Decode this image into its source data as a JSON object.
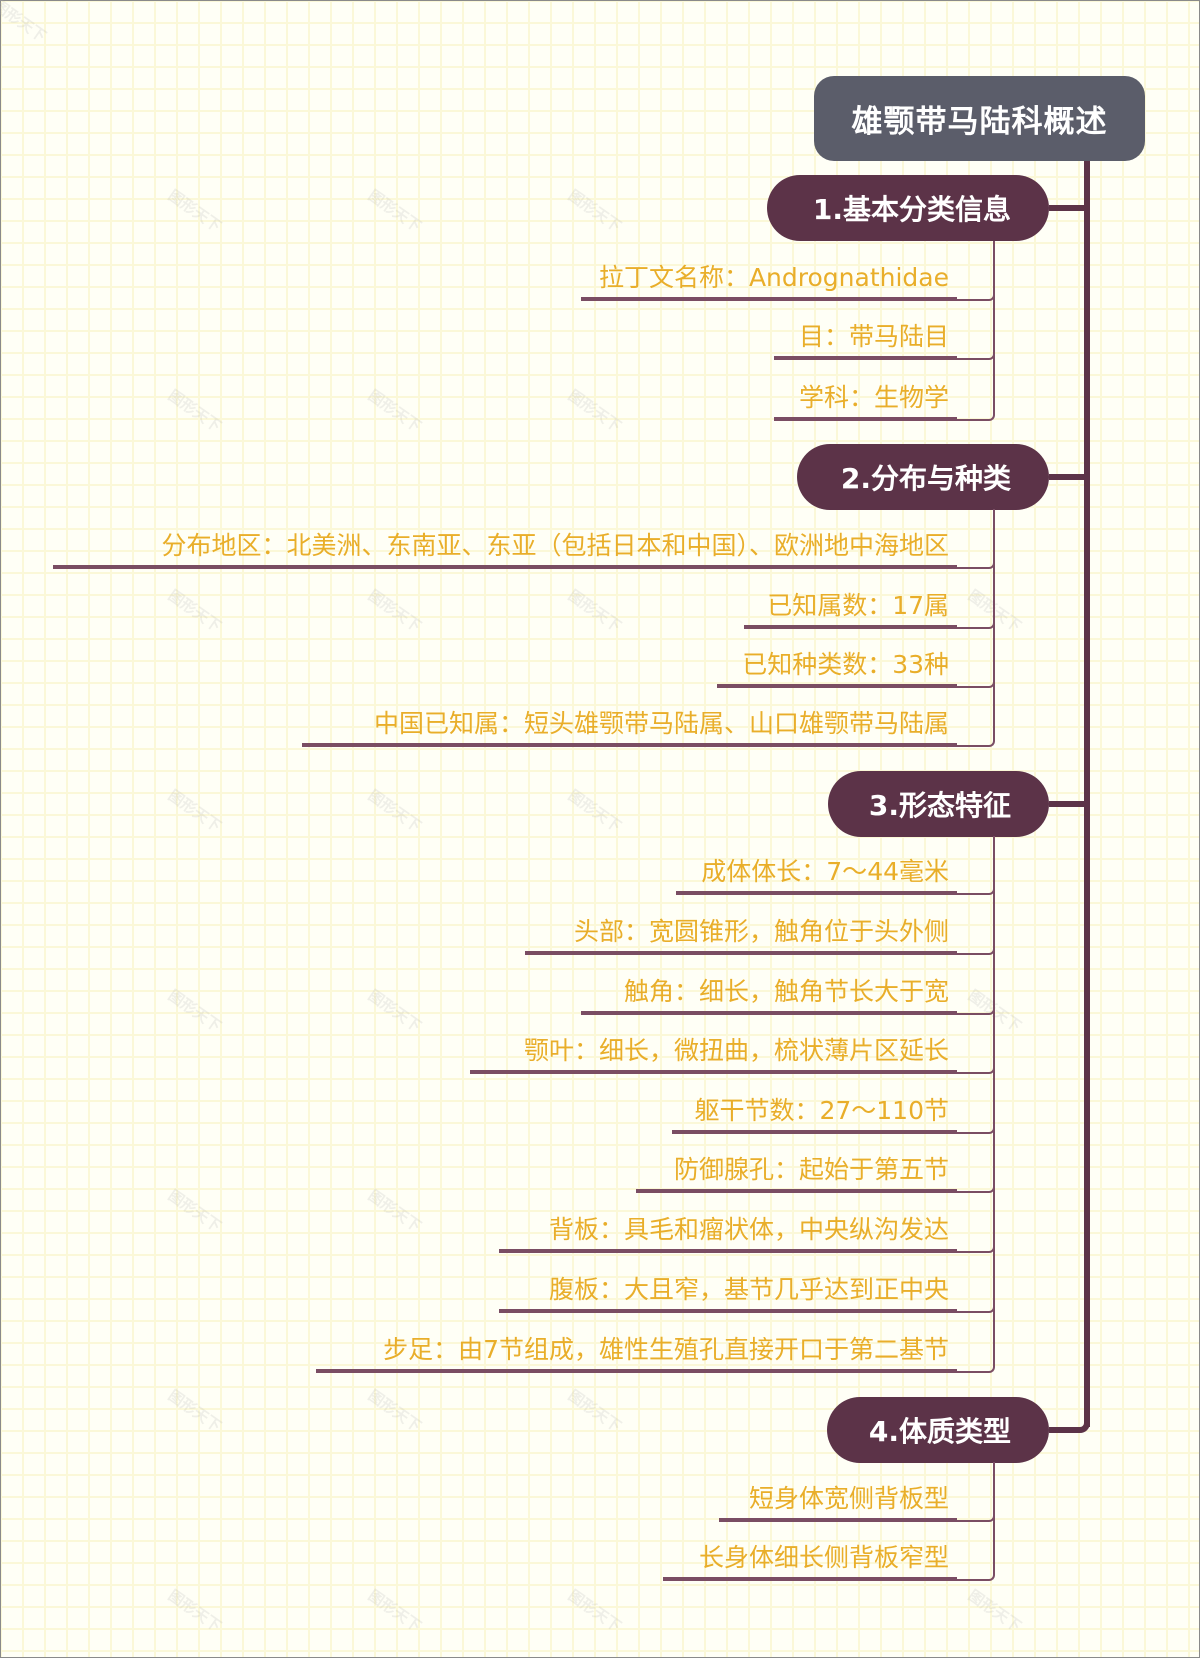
{
  "mindmap": {
    "root": {
      "label": "雄颚带马陆科概述"
    },
    "colors": {
      "root_bg": "#5b5d6a",
      "branch_bg": "#5c3348",
      "leaf_text": "#e9ae2a",
      "leaf_underline": "#7a4d63",
      "background": "#fffff6",
      "grid": "#fbf8d8"
    },
    "branches": [
      {
        "label": "1.基本分类信息",
        "children": [
          {
            "label": "拉丁文名称：Andrognathidae"
          },
          {
            "label": "目：带马陆目"
          },
          {
            "label": "学科：生物学"
          }
        ]
      },
      {
        "label": "2.分布与种类",
        "children": [
          {
            "label": "分布地区：北美洲、东南亚、东亚（包括日本和中国）、欧洲地中海地区"
          },
          {
            "label": "已知属数：17属"
          },
          {
            "label": "已知种类数：33种"
          },
          {
            "label": "中国已知属：短头雄颚带马陆属、山口雄颚带马陆属"
          }
        ]
      },
      {
        "label": "3.形态特征",
        "children": [
          {
            "label": "成体体长：7～44毫米"
          },
          {
            "label": "头部：宽圆锥形，触角位于头外侧"
          },
          {
            "label": "触角：细长，触角节长大于宽"
          },
          {
            "label": "颚叶：细长，微扭曲，梳状薄片区延长"
          },
          {
            "label": "躯干节数：27～110节"
          },
          {
            "label": "防御腺孔：起始于第五节"
          },
          {
            "label": "背板：具毛和瘤状体，中央纵沟发达"
          },
          {
            "label": "腹板：大且窄，基节几乎达到正中央"
          },
          {
            "label": "步足：由7节组成，雄性生殖孔直接开口于第二基节"
          }
        ]
      },
      {
        "label": "4.体质类型",
        "children": [
          {
            "label": "短身体宽侧背板型"
          },
          {
            "label": "长身体细长侧背板窄型"
          }
        ]
      }
    ],
    "watermark": "图形天下"
  }
}
